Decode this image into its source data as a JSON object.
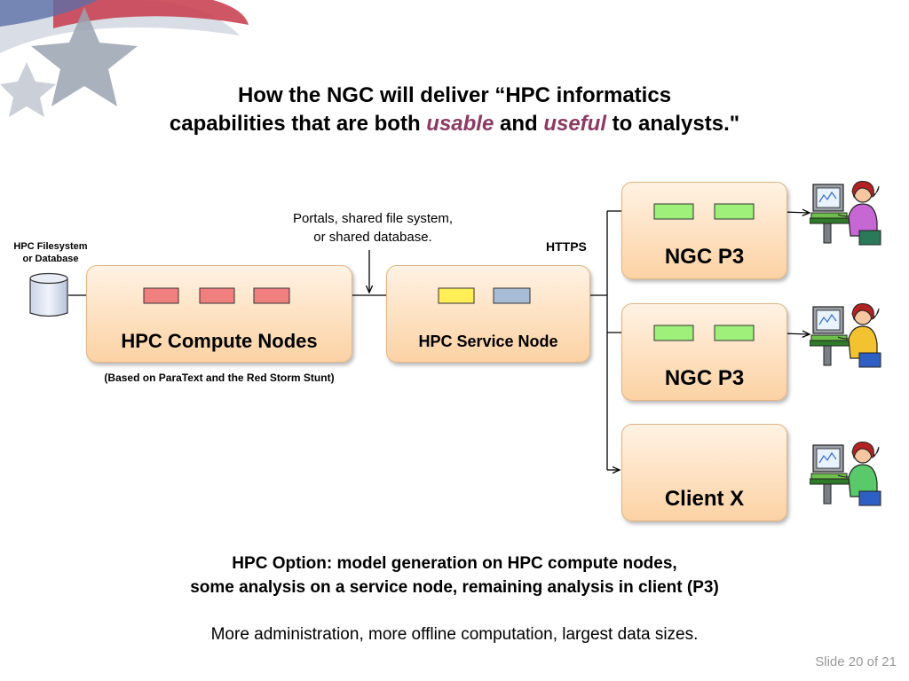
{
  "title": {
    "line1": "How the NGC will deliver “HPC informatics",
    "line2_pre": "capabilities that are both ",
    "usable": "usable",
    "and": " and ",
    "useful": "useful",
    "line2_post": " to analysts.\""
  },
  "filesystem_label": [
    "HPC Filesystem",
    "or Database"
  ],
  "portals_note": [
    "Portals, shared file system,",
    "or shared database."
  ],
  "https_label": "HTTPS",
  "compute_box": {
    "label": "HPC Compute Nodes",
    "caption": "(Based on ParaText and the Red Storm Stunt)"
  },
  "service_box": {
    "label": "HPC Service Node"
  },
  "clients": [
    {
      "label": "NGC P3"
    },
    {
      "label": "NGC P3"
    },
    {
      "label": "Client X"
    }
  ],
  "bottom_bold": [
    "HPC Option: model generation on HPC compute nodes,",
    "some analysis on a service node, remaining analysis in client (P3)"
  ],
  "bottom_note": "More administration, more offline computation, largest data sizes.",
  "slide_number": "Slide 20 of 21",
  "colors": {
    "module_red": "#f08080",
    "module_yellow": "#ffee55",
    "module_blue": "#a9bcd6",
    "module_green": "#9ef07a",
    "box_fill_top": "#fff2e3",
    "box_fill_bottom": "#fcd2a4",
    "accent_italic": "#8b3a62"
  }
}
